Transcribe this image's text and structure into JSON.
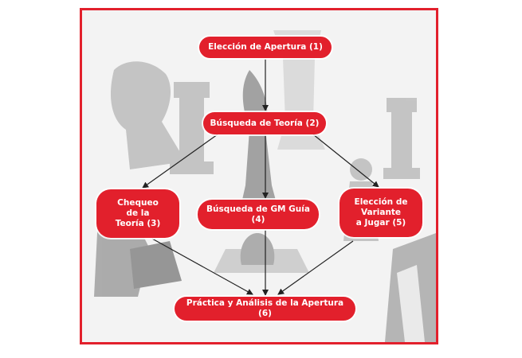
{
  "diagram": {
    "nodes": {
      "n1": "Elección de Apertura (1)",
      "n2": "Búsqueda de Teoría (2)",
      "n3": "Chequeo\nde la\nTeoría (3)",
      "n4": "Búsqueda de GM Guía\n(4)",
      "n5": "Elección de\nVariante\na Jugar (5)",
      "n6": "Práctica y Análisis de la Apertura (6)"
    },
    "edges": [
      [
        "n1",
        "n2"
      ],
      [
        "n2",
        "n3"
      ],
      [
        "n2",
        "n4"
      ],
      [
        "n2",
        "n5"
      ],
      [
        "n3",
        "n6"
      ],
      [
        "n4",
        "n6"
      ],
      [
        "n5",
        "n6"
      ]
    ]
  },
  "colors": {
    "frame": "#e2202c",
    "node_fill": "#e2202c",
    "node_text": "#ffffff",
    "arrow": "#222222"
  },
  "background_icon": "chess-pieces-icon"
}
